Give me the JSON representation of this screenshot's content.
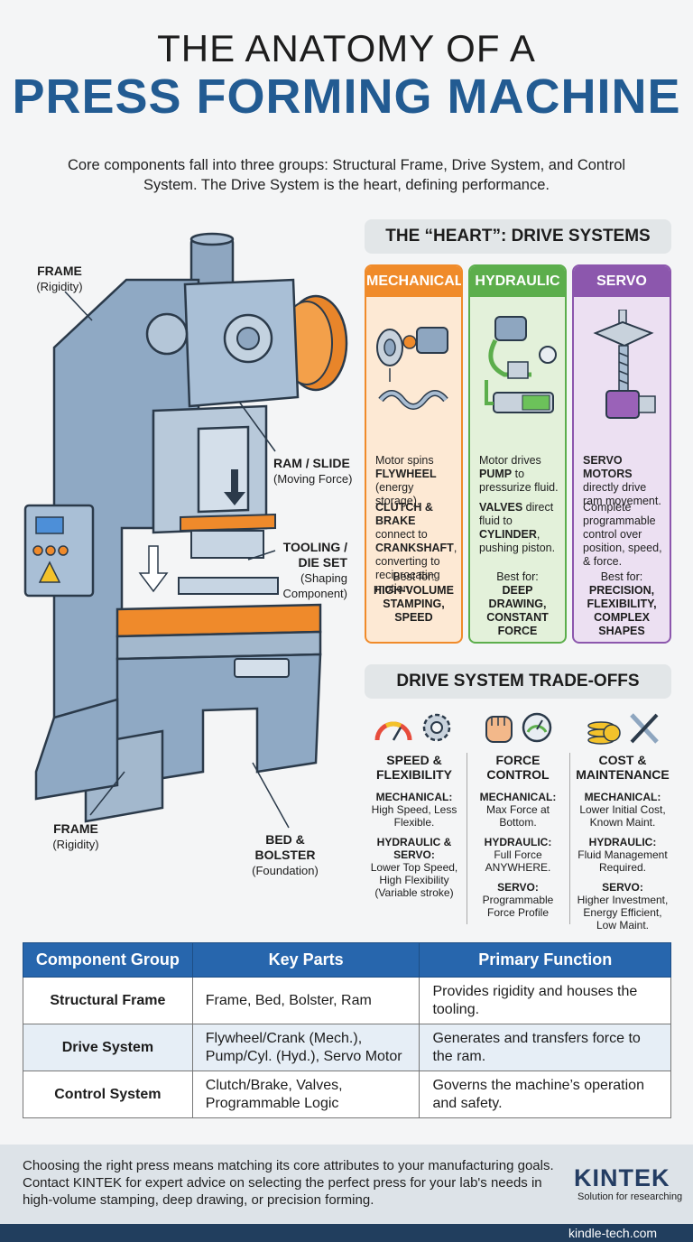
{
  "header": {
    "title_line1": "THE ANATOMY OF A",
    "title_line2": "PRESS FORMING MACHINE",
    "subtitle": "Core components fall into three groups: Structural Frame, Drive System, and Control System. The Drive System is the heart, defining performance."
  },
  "labels": {
    "frame_top": {
      "name": "FRAME",
      "sub": "(Rigidity)"
    },
    "ram": {
      "name": "RAM / SLIDE",
      "sub": "(Moving Force)"
    },
    "tooling": {
      "name1": "TOOLING /",
      "name2": "DIE SET",
      "sub1": "(Shaping",
      "sub2": "Component)"
    },
    "frame_bottom": {
      "name": "FRAME",
      "sub": "(Rigidity)"
    },
    "bed": {
      "name": "BED & BOLSTER",
      "sub": "(Foundation)"
    }
  },
  "drive": {
    "heading": "THE “HEART”: DRIVE SYSTEMS",
    "colors": {
      "mechanical": "#f08b2a",
      "hydraulic": "#5cae4c",
      "servo": "#8c57ad"
    },
    "mechanical": {
      "title": "MECHANICAL",
      "d1_a": "Motor spins ",
      "d1_b": "FLYWHEEL",
      "d1_c": " (energy storage).",
      "d2_a": "CLUTCH & BRAKE",
      "d2_b": " connect to ",
      "d2_c": "CRANKSHAFT",
      "d2_d": ", converting to reciprocating motion.",
      "best_label": "Best for:",
      "best1": "HIGH-VOLUME",
      "best2": "STAMPING,",
      "best3": "SPEED"
    },
    "hydraulic": {
      "title": "HYDRAULIC",
      "d1_a": "Motor drives ",
      "d1_b": "PUMP",
      "d1_c": " to pressurize fluid.",
      "d2_a": "VALVES",
      "d2_b": " direct fluid to ",
      "d2_c": "CYLINDER",
      "d2_d": ", pushing piston.",
      "best_label": "Best for:",
      "best1": "DEEP DRAWING,",
      "best2": "CONSTANT",
      "best3": "FORCE"
    },
    "servo": {
      "title": "SERVO",
      "d1_a": "SERVO MOTORS",
      "d1_b": " directly drive ram movement.",
      "d2_a": "Complete programmable control over position, speed, & force.",
      "best_label": "Best for:",
      "best1": "PRECISION,",
      "best2": "FLEXIBILITY,",
      "best3": "COMPLEX",
      "best4": "SHAPES"
    }
  },
  "tradeoffs": {
    "heading": "DRIVE SYSTEM TRADE-OFFS",
    "speed": {
      "h1": "SPEED &",
      "h2": "FLEXIBILITY",
      "m_label": "MECHANICAL:",
      "m_text": "High Speed, Less Flexible.",
      "h_label": "HYDRAULIC & SERVO:",
      "h_text": "Lower Top Speed, High Flexibility (Variable stroke)"
    },
    "force": {
      "h1": "FORCE",
      "h2": "CONTROL",
      "m_label": "MECHANICAL:",
      "m_text": "Max Force at Bottom.",
      "h_label": "HYDRAULIC:",
      "h_text": "Full Force ANYWHERE.",
      "s_label": "SERVO:",
      "s_text": "Programmable Force Profile"
    },
    "cost": {
      "h1": "COST &",
      "h2": "MAINTENANCE",
      "m_label": "MECHANICAL:",
      "m_text": "Lower Initial Cost, Known Maint.",
      "h_label": "HYDRAULIC:",
      "h_text": "Fluid Management Required.",
      "s_label": "SERVO:",
      "s_text": "Higher Investment, Energy Efficient, Low Maint."
    }
  },
  "table": {
    "headers": [
      "Component Group",
      "Key Parts",
      "Primary Function"
    ],
    "rows": [
      {
        "group": "Structural Frame",
        "parts1": "Frame, Bed, Bolster, Ram",
        "parts2": "",
        "func1": "Provides rigidity and houses the",
        "func2": "tooling."
      },
      {
        "group": "Drive System",
        "parts1": "Flywheel/Crank (Mech.),",
        "parts2": "Pump/Cyl. (Hyd.), Servo Motor",
        "func1": "Generates and transfers force to",
        "func2": "the ram."
      },
      {
        "group": "Control System",
        "parts1": "Clutch/Brake, Valves,",
        "parts2": "Programmable Logic",
        "func1": "Governs the machine’s operation",
        "func2": "and safety."
      }
    ]
  },
  "footer": {
    "text": "Choosing the right press means matching its core attributes to your manufacturing goals. Contact KINTEK for expert advice on selecting the perfect press for your lab's needs in high-volume stamping, deep drawing, or precision forming.",
    "logo": "KINTEK",
    "tagline": "Solution for researching",
    "site": "kindle-tech.com"
  }
}
